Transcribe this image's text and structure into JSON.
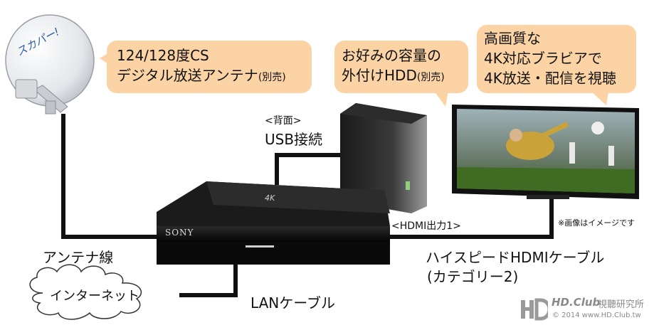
{
  "antenna": {
    "logo": "スカパー!"
  },
  "callouts": {
    "antenna": {
      "line1": "124/128度CS",
      "line2_main": "デジタル放送アンテナ",
      "line2_note": "(別売)"
    },
    "hdd": {
      "line1": "お好みの容量の",
      "line2_main": "外付けHDD",
      "line2_note": "(別売)"
    },
    "tv": {
      "line1": "高画質な",
      "line2": "4K対応ブラビアで",
      "line3": "4K放送・配信を視聴"
    }
  },
  "labels": {
    "rear": "<背面>",
    "usb": "USB接続",
    "hdmi_out": "<HDMI出力1>",
    "image_note": "※画像はイメージです",
    "antenna_cable": "アンテナ線",
    "hdmi_cable": "ハイスピードHDMIケーブル",
    "hdmi_category": "(カテゴリー2)",
    "internet": "インターネット",
    "lan_cable": "LANケーブル"
  },
  "device": {
    "brand": "SONY",
    "badge": "4K"
  },
  "watermark": {
    "brand": "HD.Club",
    "cn": "視聽研究所",
    "copy": "© 2014 www.HD.Club.tw"
  },
  "colors": {
    "callout": "#fbd3a4",
    "cable": "#111111"
  }
}
